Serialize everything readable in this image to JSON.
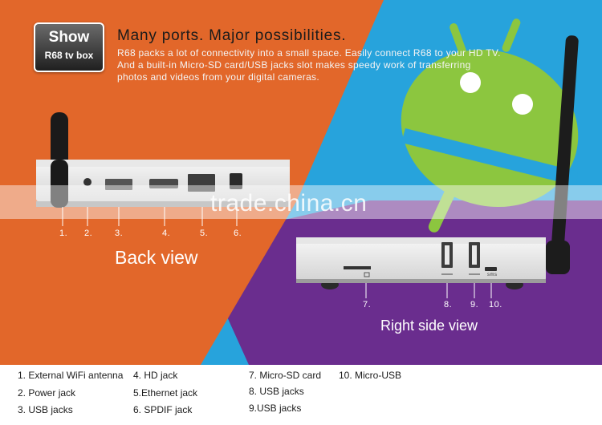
{
  "badge": {
    "line1": "Show",
    "line2": "R68 tv box"
  },
  "headline": "Many ports. Major possibilities.",
  "intro": "R68  packs a lot of connectivity into a small space. Easily connect R68 to your HD TV. And a built-in Micro-SD card/USB jacks slot makes speedy work of transferring photos and videos from your digital cameras.",
  "watermark": "trade.china.cn",
  "back_numbers": [
    "1.",
    "2.",
    "3.",
    "4.",
    "5.",
    "6."
  ],
  "right_numbers": [
    "7.",
    "8.",
    "9.",
    "10."
  ],
  "port_label": "sms",
  "views": {
    "back": "Back view",
    "right": "Right side view"
  },
  "legend": [
    "1. External WiFi antenna",
    "2. Power jack",
    "3. USB jacks",
    "4. HD jack",
    "5.Ethernet jack",
    "6. SPDIF jack",
    "7. Micro-SD card",
    "8. USB jacks",
    "9.USB jacks",
    "10. Micro-USB"
  ],
  "colors": {
    "orange": "#e2672a",
    "blue": "#27a3dc",
    "purple": "#6a2d8e",
    "android_green": "#8cc63f",
    "legend_text": "#1b1b1b"
  },
  "icons": [
    "usb-icon",
    "sd-card-icon",
    "android-robot-icon",
    "wifi-antenna-icon"
  ]
}
